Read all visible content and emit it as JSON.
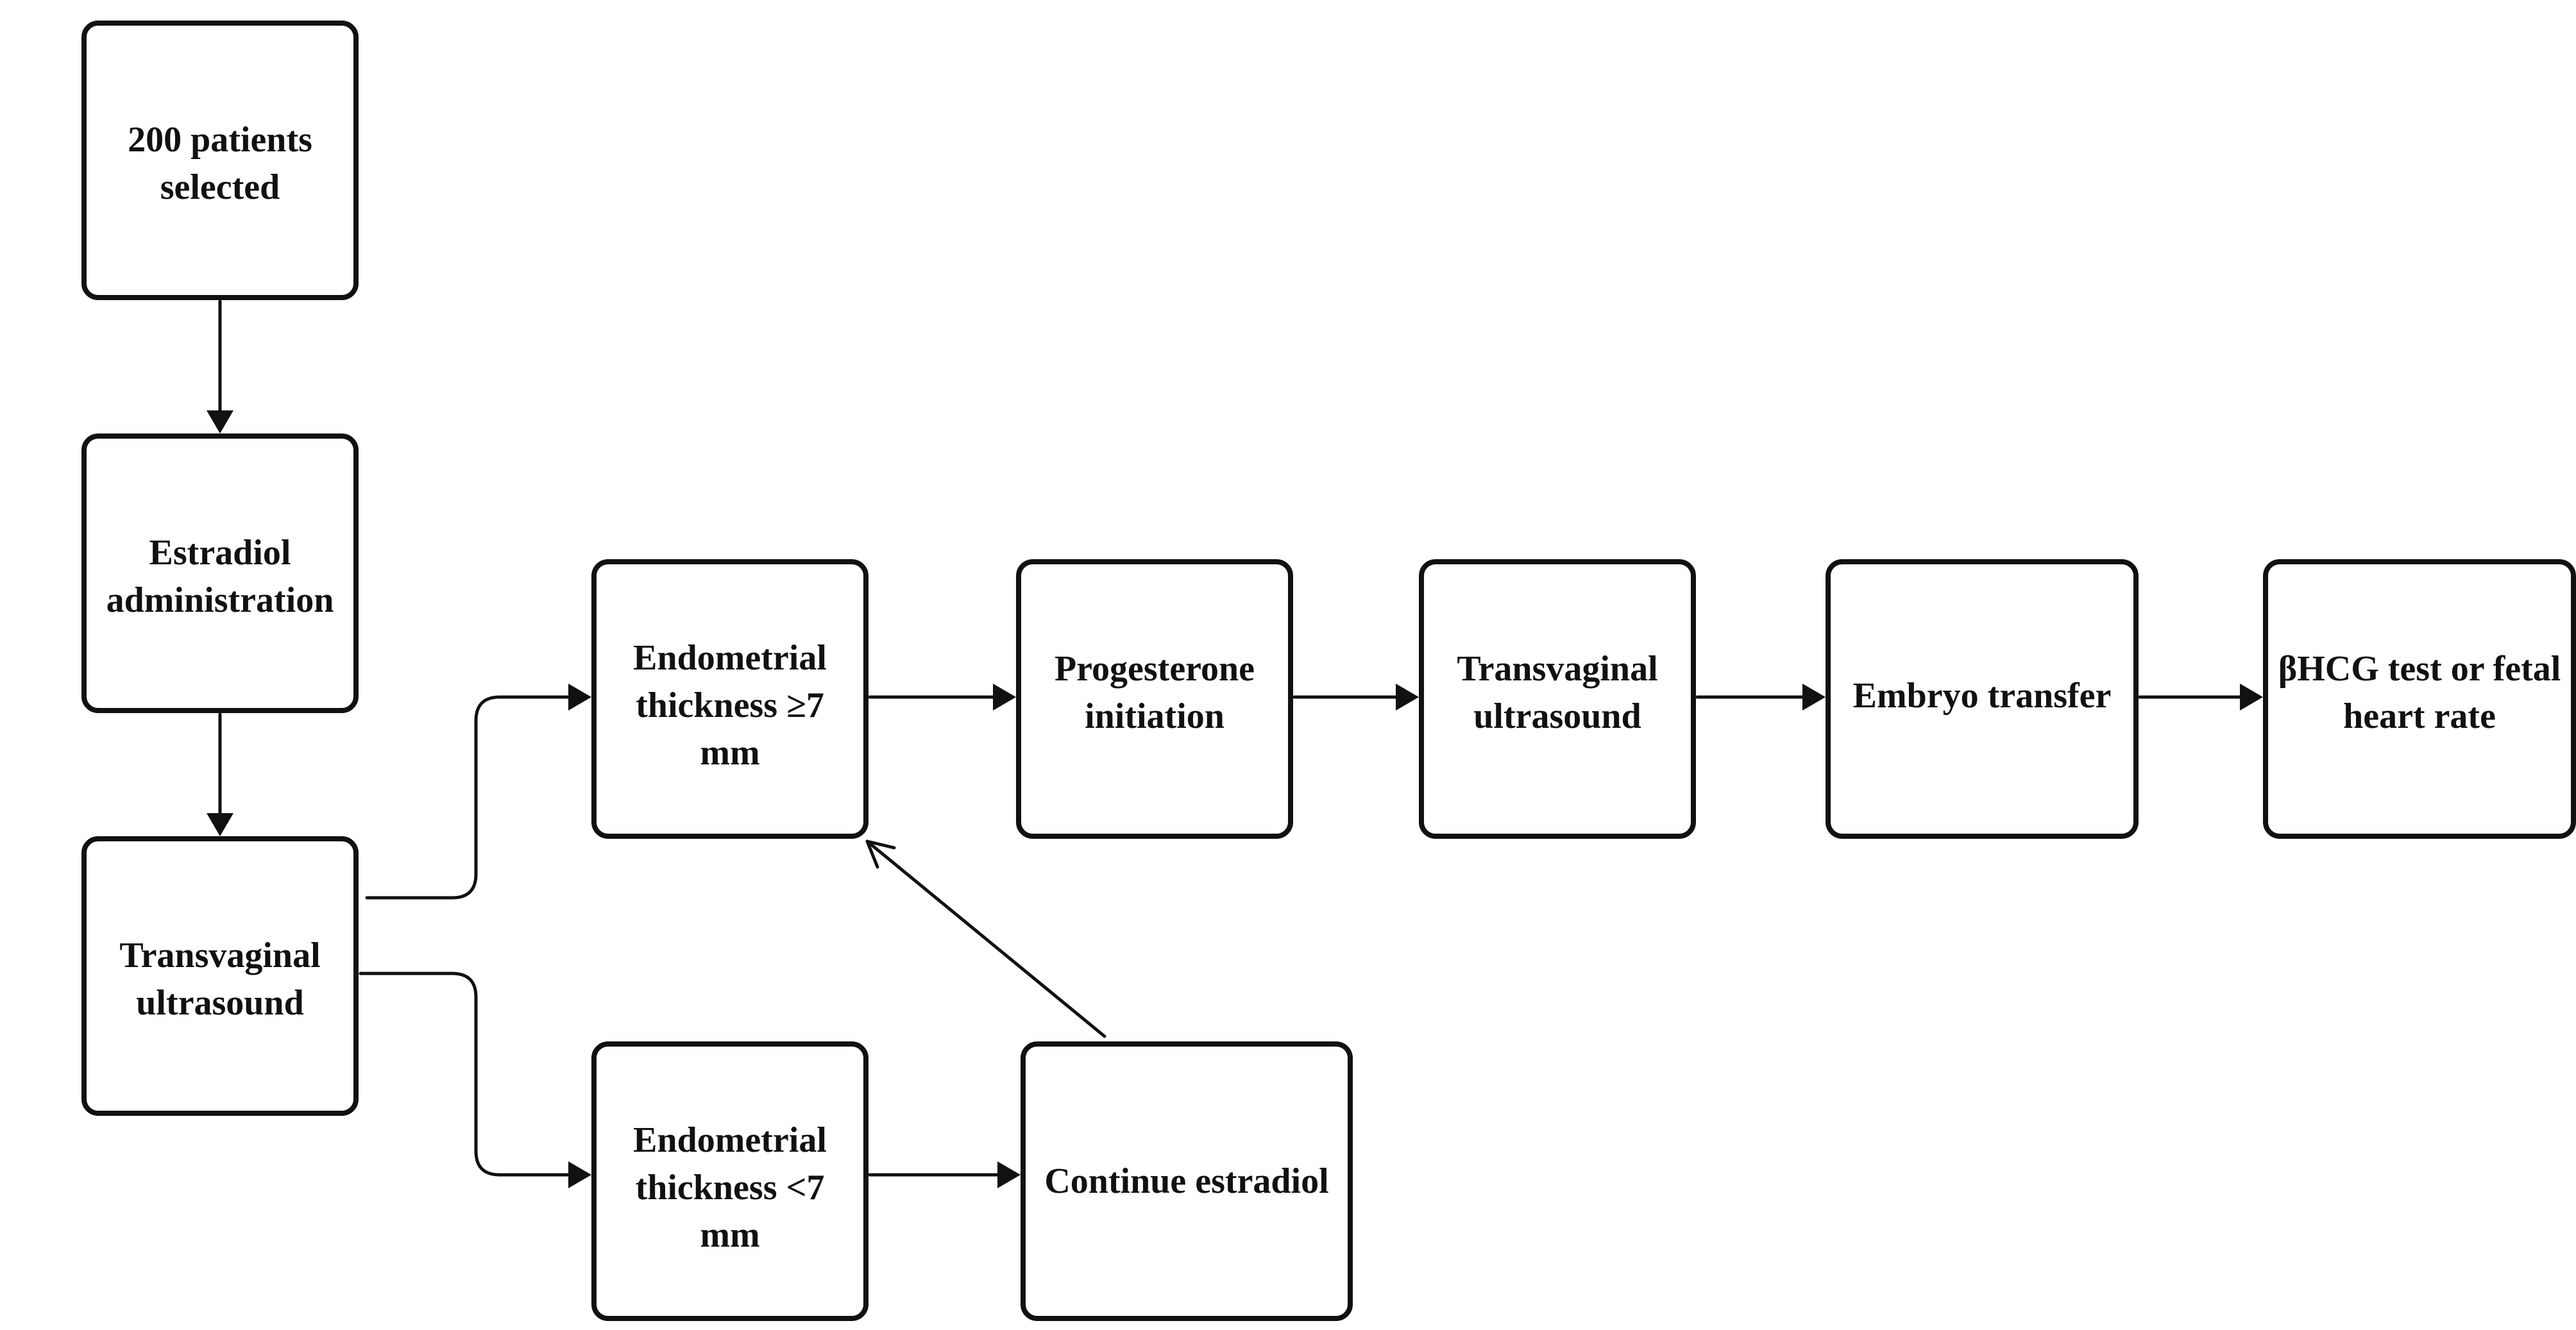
{
  "diagram": {
    "nodes": {
      "patients_selected": "200 patients selected",
      "estradiol_administration": "Estradiol administration",
      "transvaginal_ultrasound_initial": "Transvaginal ultrasound",
      "endometrial_thickness_ge7": "Endometrial thickness ≥7 mm",
      "endometrial_thickness_lt7": "Endometrial thickness <7 mm",
      "progesterone_initiation": "Progesterone initiation",
      "continue_estradiol": "Continue estradiol",
      "transvaginal_ultrasound_second": "Transvaginal ultrasound",
      "embryo_transfer": "Embryo transfer",
      "bhcg_test": "βHCG test or fetal heart rate"
    },
    "colors": {
      "stroke": "#111111",
      "background": "#ffffff"
    }
  }
}
